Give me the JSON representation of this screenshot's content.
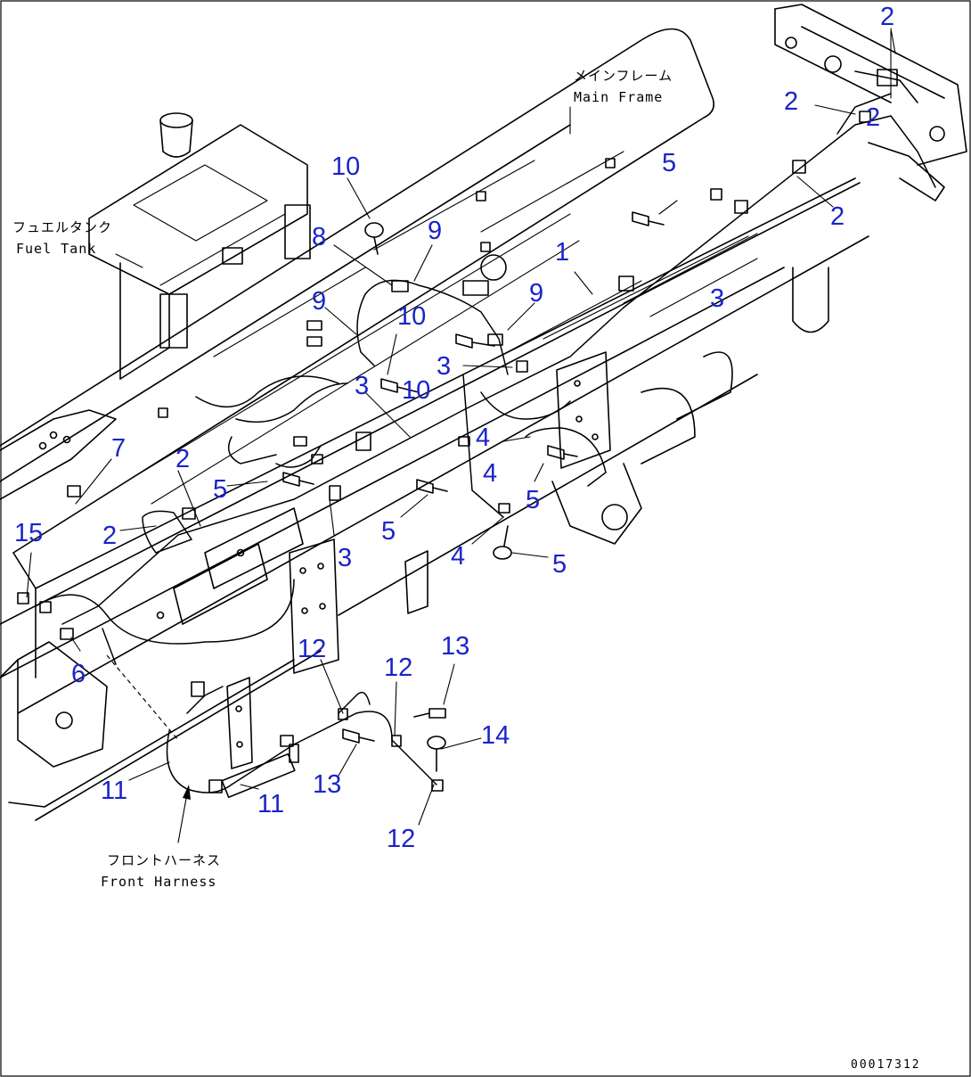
{
  "labels": {
    "main_frame_jp": "メインフレーム",
    "main_frame_en": "Main Frame",
    "fuel_tank_jp": "フュエルタンク",
    "fuel_tank_en": "Fuel Tank",
    "front_harness_jp": "フロントハーネス",
    "front_harness_en": "Front Harness"
  },
  "document_number": "00017312",
  "callouts": [
    {
      "id": "c1",
      "text": "1"
    },
    {
      "id": "c2a",
      "text": "2"
    },
    {
      "id": "c2b",
      "text": "2"
    },
    {
      "id": "c2c",
      "text": "2"
    },
    {
      "id": "c2d",
      "text": "2"
    },
    {
      "id": "c2e",
      "text": "2"
    },
    {
      "id": "c2f",
      "text": "2"
    },
    {
      "id": "c3a",
      "text": "3"
    },
    {
      "id": "c3b",
      "text": "3"
    },
    {
      "id": "c3c",
      "text": "3"
    },
    {
      "id": "c3d",
      "text": "3"
    },
    {
      "id": "c4a",
      "text": "4"
    },
    {
      "id": "c4b",
      "text": "4"
    },
    {
      "id": "c4c",
      "text": "4"
    },
    {
      "id": "c5a",
      "text": "5"
    },
    {
      "id": "c5b",
      "text": "5"
    },
    {
      "id": "c5c",
      "text": "5"
    },
    {
      "id": "c5d",
      "text": "5"
    },
    {
      "id": "c5e",
      "text": "5"
    },
    {
      "id": "c6",
      "text": "6"
    },
    {
      "id": "c7",
      "text": "7"
    },
    {
      "id": "c8",
      "text": "8"
    },
    {
      "id": "c9a",
      "text": "9"
    },
    {
      "id": "c9b",
      "text": "9"
    },
    {
      "id": "c9c",
      "text": "9"
    },
    {
      "id": "c10a",
      "text": "10"
    },
    {
      "id": "c10b",
      "text": "10"
    },
    {
      "id": "c10c",
      "text": "10"
    },
    {
      "id": "c11a",
      "text": "11"
    },
    {
      "id": "c11b",
      "text": "11"
    },
    {
      "id": "c12a",
      "text": "12"
    },
    {
      "id": "c12b",
      "text": "12"
    },
    {
      "id": "c12c",
      "text": "12"
    },
    {
      "id": "c13a",
      "text": "13"
    },
    {
      "id": "c13b",
      "text": "13"
    },
    {
      "id": "c14",
      "text": "14"
    },
    {
      "id": "c15",
      "text": "15"
    }
  ]
}
